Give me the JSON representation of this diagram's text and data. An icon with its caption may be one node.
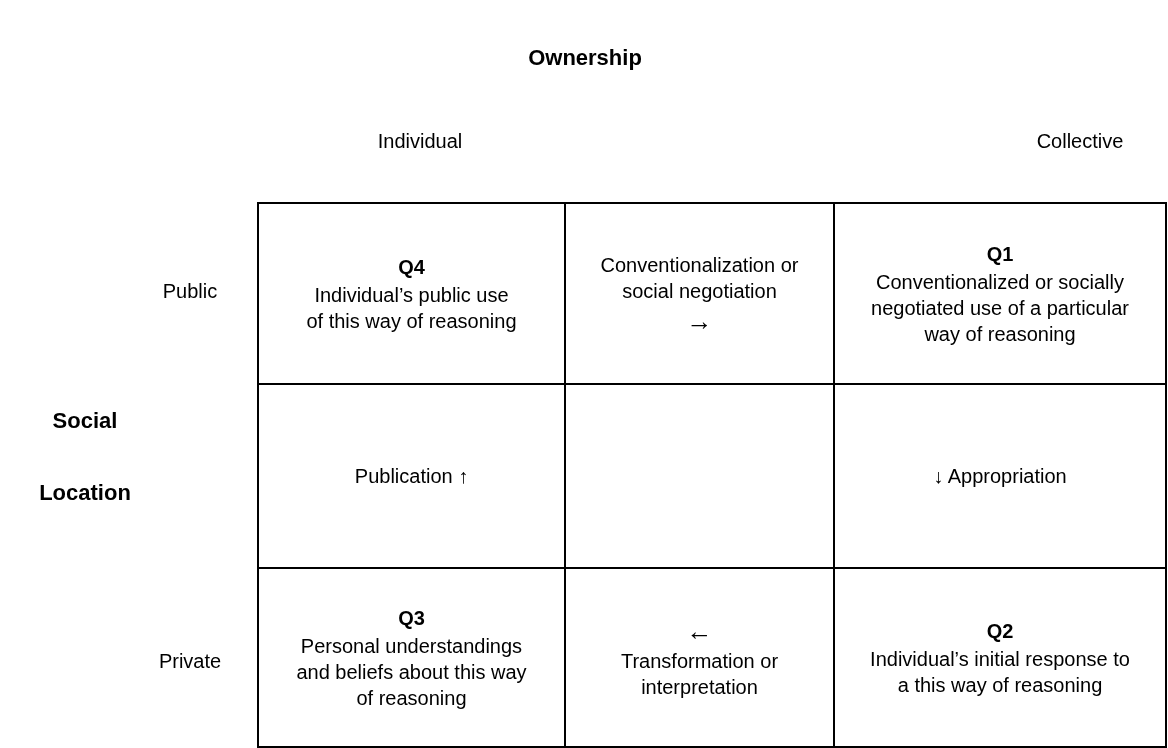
{
  "diagram": {
    "nodes": [
      {
        "text": [
          "Q4",
          "Individual’s public use of this way of reasoning"
        ]
      },
      {
        "text": [
          "Conventionalization or social negotiation",
          "→"
        ]
      },
      {
        "text": [
          "Q1",
          "Conventionalized or socially negotiated use of a particular way of reasoning"
        ]
      },
      {
        "text": [
          "Publication ↑"
        ]
      },
      {
        "text": [
          "↓ Appropriation"
        ]
      },
      {
        "text": [
          "Q3",
          "Personal understandings and beliefs about this way of reasoning"
        ]
      },
      {
        "text": [
          "←",
          "Transformation or interpretation"
        ]
      },
      {
        "text": [
          "Q2",
          "Individual’s initial response to a this way of reasoning"
        ]
      }
    ],
    "labels": [
      "Ownership",
      "Individual",
      "Collective",
      "Public",
      "Social",
      "Location",
      "Private"
    ]
  }
}
